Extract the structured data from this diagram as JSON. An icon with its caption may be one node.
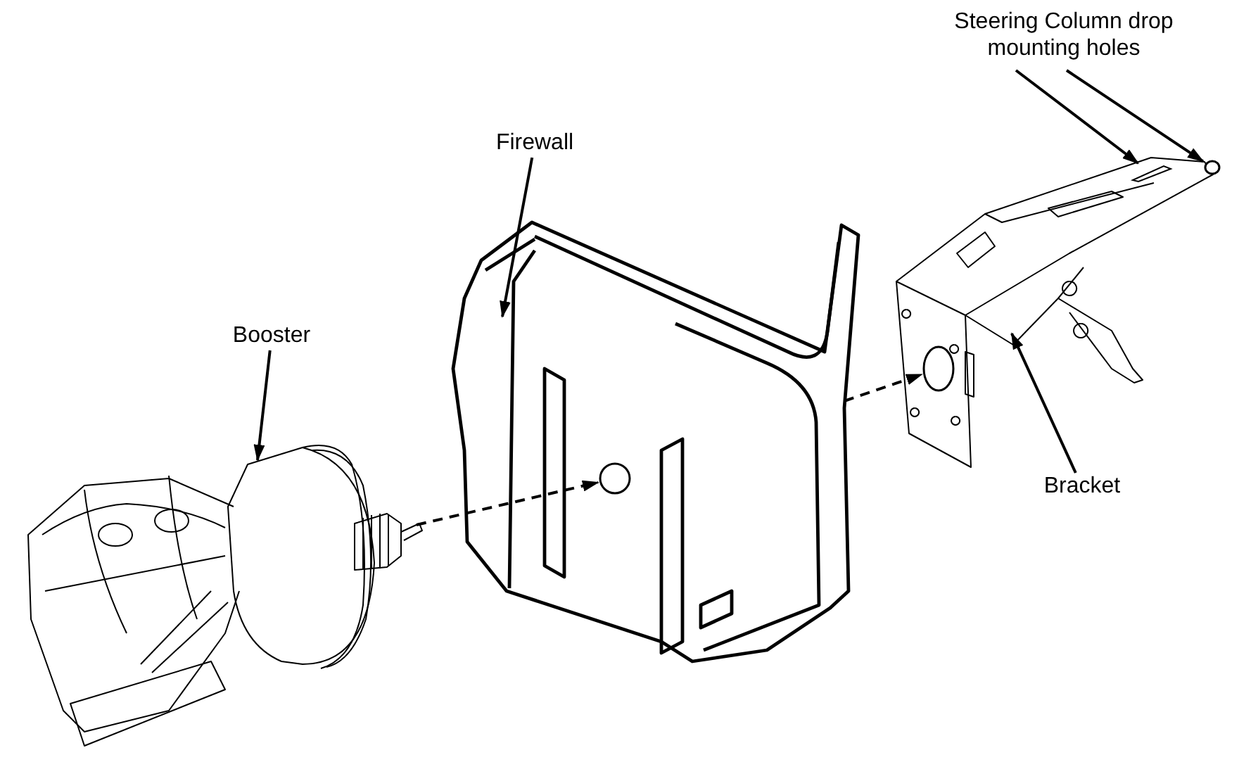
{
  "diagram": {
    "nodes": [
      {
        "text": [
          "Steering Column drop mounting holes"
        ]
      },
      {
        "text": [
          "Firewall"
        ]
      },
      {
        "text": [
          "Booster"
        ]
      },
      {
        "text": [
          "Bracket"
        ]
      },
      {
        "text": [],
        "shape": "picture"
      },
      {
        "text": [],
        "shape": "picture"
      },
      {
        "text": [],
        "shape": "picture"
      },
      {
        "text": [],
        "shape": "circle",
        "in": 4
      },
      {
        "text": [],
        "shape": "circle",
        "in": 6
      },
      {
        "text": [],
        "shape": "box",
        "in": 6
      },
      {
        "text": [],
        "shape": "circle",
        "in": 6
      }
    ],
    "edges": [
      {
        "from": 0,
        "to": 9,
        "arrow": "to"
      },
      {
        "from": 0,
        "to": 10,
        "arrow": "to"
      },
      {
        "from": 1,
        "to": 4,
        "arrow": "to"
      },
      {
        "from": 2,
        "to": 5,
        "arrow": "to"
      },
      {
        "from": 3,
        "to": 6,
        "arrow": "to"
      },
      {
        "from": 5,
        "to": 7,
        "arrow": "to",
        "style": "dashed"
      },
      {
        "from": 4,
        "to": 8,
        "arrow": "to",
        "style": "dashed"
      }
    ]
  }
}
